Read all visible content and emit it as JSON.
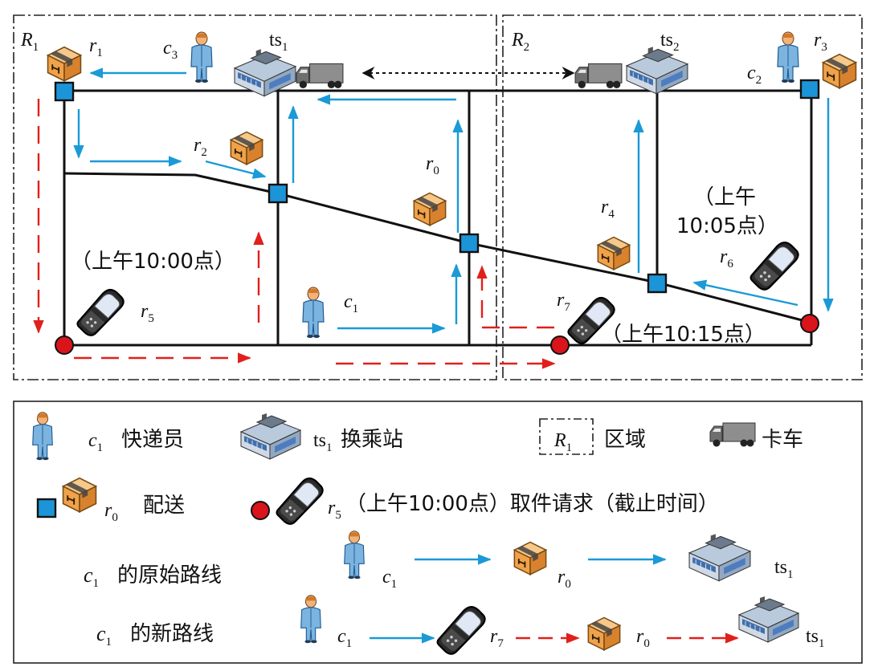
{
  "regions": {
    "r1": {
      "main": "R",
      "sub": "1"
    },
    "r2": {
      "main": "R",
      "sub": "2"
    }
  },
  "stations": {
    "ts1": {
      "main": "ts",
      "sub": "1"
    },
    "ts2": {
      "main": "ts",
      "sub": "2"
    }
  },
  "couriers": {
    "c1": {
      "main": "c",
      "sub": "1"
    },
    "c2": {
      "main": "c",
      "sub": "2"
    },
    "c3": {
      "main": "c",
      "sub": "3"
    }
  },
  "deliveries": {
    "r0": {
      "main": "r",
      "sub": "0"
    },
    "r1": {
      "main": "r",
      "sub": "1"
    },
    "r2": {
      "main": "r",
      "sub": "2"
    },
    "r3": {
      "main": "r",
      "sub": "3"
    },
    "r4": {
      "main": "r",
      "sub": "4"
    }
  },
  "pickups": {
    "r5": {
      "main": "r",
      "sub": "5"
    },
    "r6": {
      "main": "r",
      "sub": "6"
    },
    "r7": {
      "main": "r",
      "sub": "7"
    }
  },
  "times": {
    "r5": "（上午10:00点）",
    "r6_line1": "（上午",
    "r6_line2": "10:05点）",
    "r7": "（上午10:15点）"
  },
  "legend": {
    "courier_var": {
      "main": "c",
      "sub": "1"
    },
    "courier_label": "快递员",
    "station_var": {
      "main": "ts",
      "sub": "1"
    },
    "station_label": "换乘站",
    "region_var": {
      "main": "R",
      "sub": "1"
    },
    "region_label": "区域",
    "truck_label": "卡车",
    "delivery_var": {
      "main": "r",
      "sub": "0"
    },
    "delivery_label": "配送",
    "pickup_var": {
      "main": "r",
      "sub": "5"
    },
    "pickup_label": "（上午10:00点）取件请求（截止时间）",
    "orig_route_var": {
      "main": "c",
      "sub": "1"
    },
    "orig_route_label": "的原始路线",
    "new_route_var": {
      "main": "c",
      "sub": "1"
    },
    "new_route_label": "的新路线"
  },
  "colors": {
    "blue_arrow": "#1a9ad6",
    "red_route": "#e0201b",
    "node_fill": "#1c94d8",
    "pickup_dot": "#d9141b",
    "road": "#111111"
  }
}
